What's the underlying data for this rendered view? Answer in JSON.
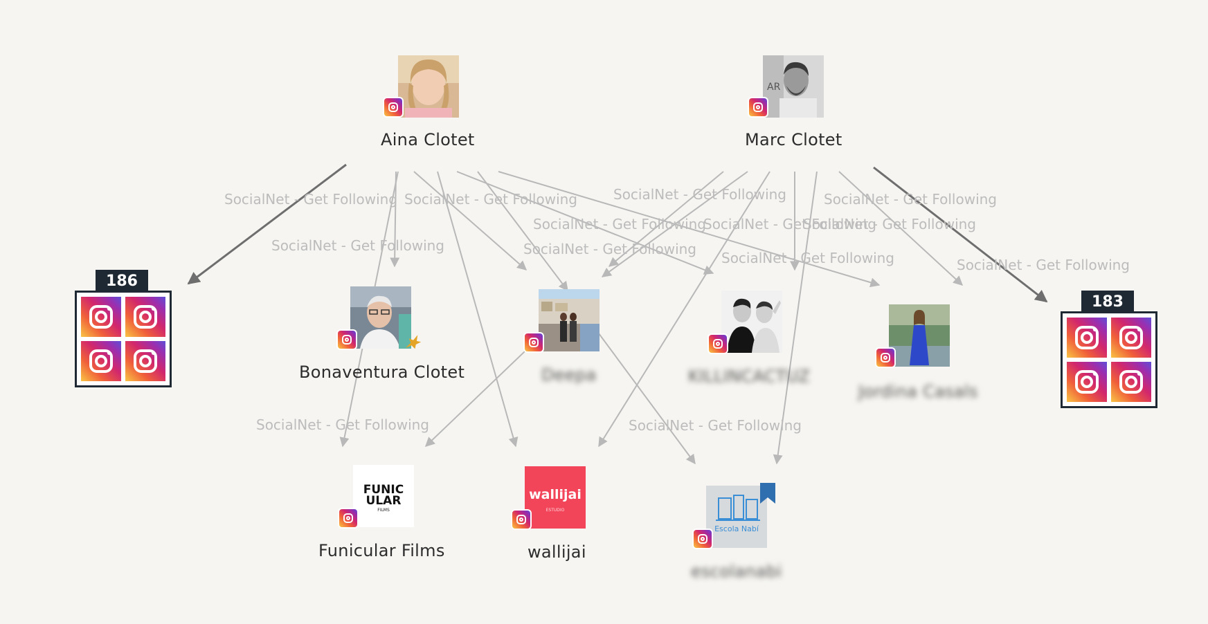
{
  "edge_label": "SocialNet - Get Following",
  "nodes": {
    "aina": {
      "name": "Aina Clotet"
    },
    "marc": {
      "name": "Marc Clotet"
    },
    "bonaventura": {
      "name": "Bonaventura Clotet"
    },
    "deepa": {
      "name": "Deepa"
    },
    "killincactuz": {
      "name": "KILLINCACTUZ"
    },
    "jordina": {
      "name": "Jordina Casals"
    },
    "funicular": {
      "name": "Funicular Films",
      "logo_line1": "FUNIC",
      "logo_line2": "ULAR",
      "logo_line3": "FILMS"
    },
    "wallijai": {
      "name": "wallijai",
      "logo_text": "wallijai",
      "logo_sub": "ESTUDIO"
    },
    "escolanabi": {
      "name": "escolanabi",
      "logo_text": "Escola Nabí"
    }
  },
  "groups": {
    "left": {
      "count": "186"
    },
    "right": {
      "count": "183"
    }
  },
  "colors": {
    "edge": "#b8b8b8",
    "edge_dark": "#6e6e6e",
    "group_border": "#1f2933",
    "wallijai": "#f2455a"
  },
  "icons": {
    "platform": "instagram-icon",
    "star": "star-icon",
    "bookmark": "bookmark-icon"
  }
}
